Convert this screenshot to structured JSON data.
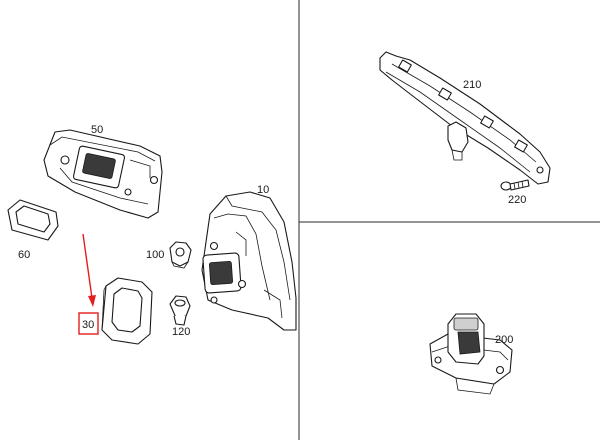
{
  "labels": {
    "p10": "10",
    "p30": "30",
    "p50": "50",
    "p60": "60",
    "p100": "100",
    "p120": "120",
    "p200": "200",
    "p210": "210",
    "p220": "220"
  },
  "highlight": {
    "part": "30",
    "color": "#e41e1e"
  }
}
